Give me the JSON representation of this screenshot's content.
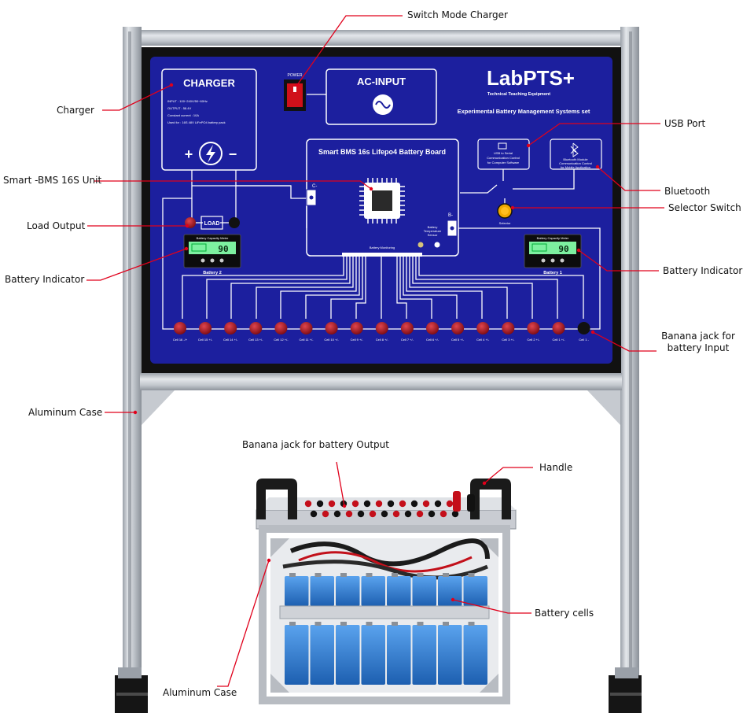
{
  "panel": {
    "brand": "LabPTS+",
    "tagline": "Technical Teaching Equipment",
    "set_title": "Experimental Battery Management Systems set",
    "charger_title": "CHARGER",
    "charger_specs": [
      "INPUT : 100~240V/50~60Hz",
      "OUTPUT : 58.4V",
      "Constant current : 10A",
      "Used for : 16S 48V LiFePO4 battery pack"
    ],
    "plus": "+",
    "minus": "−",
    "power_label": "POWER",
    "ac_input": "AC-INPUT",
    "bms_title": "Smart BMS 16s Lifepo4 Battery Board",
    "c_minus": "C-",
    "b_minus": "B-",
    "load": "LOAD",
    "usb_box": [
      "USB to Serial",
      "Communication Control",
      "for Computer Software"
    ],
    "bt_box": [
      "Bluetooth Module",
      "Communication Control",
      "for Mobile Application"
    ],
    "selector_label": "Selector",
    "battery_monitoring": "Battery Monitoring",
    "temp_sensor": [
      "Battery",
      "Temperature",
      "Sensor"
    ],
    "indicator_caption": "Battery Capacity Meter",
    "indicator_value": "90",
    "battery2": "Battery 2",
    "battery1": "Battery 1",
    "jack_labels": [
      "Cell 16 -/+",
      "Cell 15 +/-",
      "Cell 14 +/-",
      "Cell 13 +/-",
      "Cell 12 +/-",
      "Cell 11 +/-",
      "Cell 10 +/-",
      "Cell 9 +/-",
      "Cell 8 +/-",
      "Cell 7 +/-",
      "Cell 6 +/-",
      "Cell 5 +/-",
      "Cell 4 +/-",
      "Cell 3 +/-",
      "Cell 2 +/-",
      "Cell 1 +/-",
      "Cell 1 -"
    ]
  },
  "callouts": {
    "switch_mode_charger": "Switch Mode Charger",
    "charger": "Charger",
    "usb_port": "USB Port",
    "smart_bms": "Smart -BMS 16S Unit",
    "bluetooth": "Bluetooth",
    "selector_switch": "Selector Switch",
    "load_output": "Load Output",
    "battery_indicator_left": "Battery Indicator",
    "battery_indicator_right": "Battery Indicator",
    "banana_input_1": "Banana jack for",
    "banana_input_2": "battery Input",
    "aluminum_case_top": "Aluminum Case",
    "banana_output": "Banana jack for battery Output",
    "handle": "Handle",
    "battery_cells": "Battery cells",
    "aluminum_case_bottom": "Aluminum Case"
  },
  "colors": {
    "panel_blue": "#1c1f9e",
    "panel_border": "#111111",
    "frame_silver": "#c9cdd3",
    "callout_line": "#e0001b",
    "cell_blue": "#2f7fd6",
    "jack_red": "#a3101a",
    "jack_black": "#111111",
    "lcd_green": "#7df0a0"
  }
}
